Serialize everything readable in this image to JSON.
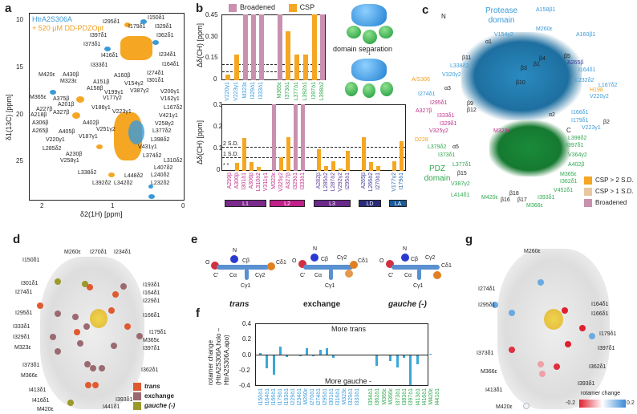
{
  "panels": {
    "a": {
      "label": "a",
      "legend": [
        "HtrA2S306A",
        "+ 520 μM DD-PDZOpt"
      ],
      "xlabel": "δ2(1H) [ppm]",
      "ylabel": "δ1(13C) [ppm]",
      "xticks": [
        "2",
        "1",
        "0"
      ],
      "yticks": [
        "10",
        "15",
        "20",
        "25"
      ],
      "peaks": [
        "I150δ1",
        "I295δ1",
        "I179δ1",
        "I329δ1",
        "I397δ1",
        "I362δ1",
        "I373δ1",
        "I416δ1",
        "I234δ1",
        "I333δ1",
        "I164δ1",
        "I274δ1",
        "I301δ1",
        "M420ε",
        "A430β",
        "M323ε",
        "A151β",
        "A160β",
        "V154γ2",
        "A158β",
        "V199γ1",
        "V387γ2",
        "V200γ1",
        "M365ε",
        "A375β",
        "V177γ2",
        "V162γ1",
        "A201β",
        "A227β",
        "V186γ1",
        "L167δ2",
        "A218β",
        "A327β",
        "V223γ1",
        "V421γ1",
        "A306β",
        "A402β",
        "V258γ2",
        "A265β",
        "A405β",
        "V251γ2",
        "L377δ2",
        "V187γ1",
        "V220γ1",
        "L398δ2",
        "L285δ2",
        "V431γ1",
        "A230β",
        "L374δ2",
        "V258γ1",
        "L310δ2",
        "L407δ2",
        "L338δ2",
        "L448δ2",
        "L240δ2",
        "L392δ2",
        "L342δ2",
        "L232δ2"
      ]
    },
    "b": {
      "label": "b",
      "legend": [
        "Broadened",
        "CSP"
      ],
      "ylabel": "Δδ(CH) [ppm]",
      "schematic_label": "domain separation",
      "sd_labels": [
        "2 S.D.",
        "1 S.D."
      ],
      "asterisks": "* *",
      "segments": [
        "L1",
        "L2",
        "L3",
        "LD",
        "LA"
      ]
    },
    "c": {
      "label": "c",
      "domain_labels": [
        "Protease domain",
        "PDZ domain"
      ],
      "termini": [
        "N",
        "C"
      ],
      "legend": [
        "CSP > 2 S.D.",
        "CSP > 1 S.D.",
        "Broadened"
      ],
      "residue_labels": [
        "A158β1",
        "M260ε",
        "V154γ2",
        "A160β1",
        "L338δ2",
        "V320γ2",
        "A/S306",
        "I274δ1",
        "I295δ1",
        "A327β",
        "I333δ1",
        "I329δ1",
        "V325γ2",
        "D228",
        "L379δ2",
        "I373δ1",
        "L377δ1",
        "V387γ2",
        "L414δ1",
        "M420ε",
        "M323ε",
        "A265β",
        "I164δ1",
        "L232δ2",
        "L167δ2",
        "H198",
        "V220γ2",
        "I166δ1",
        "I179δ1",
        "V223γ1",
        "L398δ2",
        "I397δ1",
        "V364γ2",
        "A402β",
        "M365ε",
        "I362δ1",
        "V452δ1",
        "I393δ1",
        "M366ε"
      ],
      "ss_labels": [
        "α1",
        "β11",
        "β3",
        "β1",
        "β4",
        "β5",
        "α3",
        "β10",
        "β9",
        "β12",
        "α2",
        "β2",
        "α5",
        "β15",
        "β18",
        "β16",
        "β17"
      ]
    },
    "d": {
      "label": "d",
      "legend": [
        "trans",
        "exchange",
        "gauche (-)"
      ],
      "residue_labels": [
        "M260ε",
        "I270δ1",
        "I234δ1",
        "I150δ1",
        "I301δ1",
        "I193δ1",
        "I274δ1",
        "I164δ1",
        "I229δ1",
        "I295δ1",
        "I166δ1",
        "I333δ1",
        "I179δ1",
        "I329δ1",
        "M365ε",
        "M323ε",
        "I397δ1",
        "I373δ1",
        "I362δ1",
        "M366ε",
        "I413δ1",
        "I416δ1",
        "I393δ1",
        "M420ε",
        "I441δ1"
      ]
    },
    "e": {
      "label": "e",
      "states": [
        "trans",
        "exchange",
        "gauche (-)"
      ],
      "atoms": [
        "N",
        "O",
        "C'",
        "Cα",
        "Cβ",
        "Cγ1",
        "Cγ2",
        "Cδ1"
      ]
    },
    "f": {
      "label": "f",
      "ylabel": "rotamer change (HtrA2S306A,holo – HtrA2S306A,apo)",
      "annot_top": "More trans",
      "annot_bottom": "More gauche -",
      "yticks": [
        "0.4",
        "0.2",
        "0.0",
        "-0.2",
        "-0.4"
      ]
    },
    "g": {
      "label": "g",
      "colorbar_title": "rotamer change",
      "colorbar_min": "-0.2",
      "colorbar_max": "0.2",
      "residue_labels": [
        "M260ε",
        "I274δ1",
        "I295δ1",
        "I164δ1",
        "I166δ1",
        "I179δ1",
        "I397δ1",
        "I373δ1",
        "M366ε",
        "I362δ1",
        "I393δ1",
        "I413δ1",
        "M420ε"
      ]
    }
  },
  "chart_data": [
    {
      "type": "bar",
      "title": "Panel b (top)",
      "ylabel": "Δδ(CH) [ppm]",
      "ylim": [
        0,
        0.45
      ],
      "yticks": [
        0,
        0.15,
        0.3,
        0.45
      ],
      "categories": [
        "V220γ1",
        "V223γ1",
        "M323ε",
        "I329δ1",
        "I333δ1",
        "M365ε",
        "I373δ1",
        "L377δ1",
        "L392δ1",
        "I397δ1",
        "L398δ2"
      ],
      "series": [
        {
          "name": "CSP",
          "values": [
            0.03,
            0.12,
            null,
            null,
            null,
            null,
            0.25,
            0.12,
            0.12,
            0.45,
            null
          ]
        },
        {
          "name": "Broadened",
          "values": [
            null,
            null,
            0.45,
            0.45,
            0.45,
            0.45,
            null,
            null,
            null,
            null,
            0.45
          ]
        }
      ],
      "thresholds": {
        "2 S.D.": 0.1,
        "1 S.D.": 0.05
      }
    },
    {
      "type": "bar",
      "title": "Panel b (bottom)",
      "ylabel": "Δδ(CH) [ppm]",
      "ylim": [
        0,
        0.3
      ],
      "yticks": [
        0,
        0.1,
        0.2,
        0.3
      ],
      "categories": [
        "A299β",
        "A300β",
        "I301δ1",
        "A306β",
        "L310δ2",
        "V311γ1",
        "M323ε",
        "V325γ2",
        "A327β",
        "I329δ1",
        "I333δ1",
        "A282β",
        "L285δ2",
        "L287δ2",
        "V292γ2",
        "I295δ1",
        "A265β",
        "L266δ2",
        "I270δ1",
        "V177γ2",
        "I179δ1"
      ],
      "groups": {
        "L1": [
          0,
          5
        ],
        "L2": [
          6,
          10
        ],
        "L3": [
          11,
          15
        ],
        "LD": [
          16,
          18
        ],
        "LA": [
          19,
          20
        ]
      },
      "series": [
        {
          "name": "CSP",
          "values": [
            0,
            0,
            0.03,
            0.14,
            0.04,
            0.015,
            null,
            0.05,
            0.14,
            null,
            null,
            0.09,
            0.02,
            0.04,
            0.01,
            0.085,
            0.14,
            0.035,
            0.02,
            0.04,
            0.12
          ]
        },
        {
          "name": "Broadened",
          "values": [
            null,
            null,
            null,
            null,
            null,
            null,
            0.3,
            null,
            null,
            0.3,
            0.3,
            null,
            null,
            null,
            null,
            null,
            null,
            null,
            null,
            null,
            null
          ]
        }
      ],
      "thresholds": {
        "2 S.D.": 0.1,
        "1 S.D.": 0.05
      }
    },
    {
      "type": "bar",
      "title": "Panel f",
      "ylabel": "rotamer change",
      "ylim": [
        -0.4,
        0.4
      ],
      "yticks": [
        0.4,
        0.2,
        0.0,
        -0.2,
        -0.4
      ],
      "categories": [
        "I150δ1",
        "I164δ1",
        "I166δ1",
        "I179δ1",
        "I193δ1",
        "I229δ1",
        "I234δ1",
        "M260ε",
        "I270δ1",
        "I274δ1",
        "I295δ1",
        "I301δ1",
        "I316δ1",
        "M323ε",
        "I329δ1",
        "I333δ1",
        "I354δ1",
        "I362δ1",
        "M365ε",
        "M366ε",
        "I373δ1",
        "I383δ1",
        "I397δ1",
        "I413δ1",
        "I416δ1",
        "M420ε",
        "I441δ1"
      ],
      "values": [
        0.02,
        -0.17,
        -0.25,
        0.1,
        -0.02,
        0,
        -0.01,
        0.08,
        -0.01,
        0.06,
        0.08,
        -0.03,
        0,
        0,
        0,
        0,
        0,
        -0.13,
        -0.07,
        -0.15,
        -0.03,
        0,
        -0.38,
        -0.11,
        0,
        0.01,
        0
      ],
      "annotations": [
        "More trans",
        "More gauche -"
      ]
    }
  ]
}
